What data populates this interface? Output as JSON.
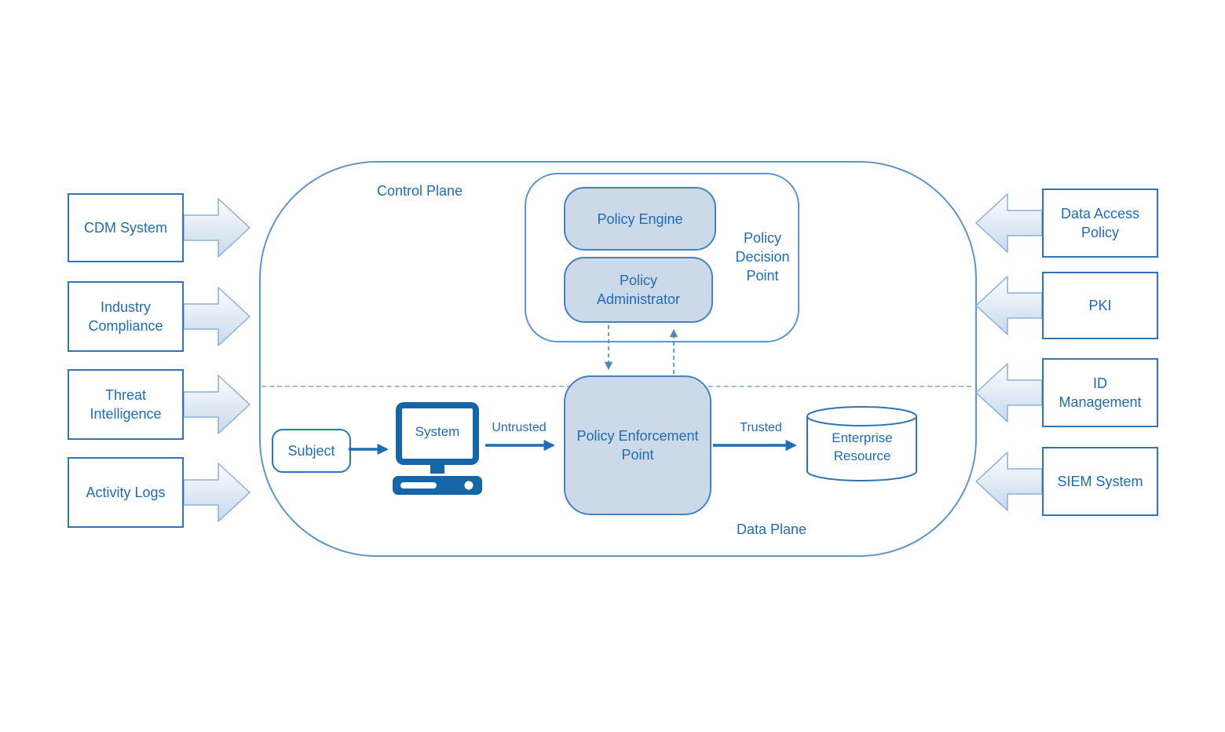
{
  "colors": {
    "accent": "#1e6cb5",
    "node_border": "#2e75b5",
    "container_border": "#5e96cc",
    "filled_node_bg": "#ccd9e8",
    "arrow": "#1f6db6"
  },
  "planes": {
    "control": "Control Plane",
    "data": "Data Plane"
  },
  "pdp": {
    "engine": "Policy Engine",
    "administrator": "Policy Administrator",
    "label": "Policy Decision Point"
  },
  "pep": {
    "label": "Policy Enforcement Point"
  },
  "flow": {
    "subject": "Subject",
    "system": "System",
    "untrusted": "Untrusted",
    "trusted": "Trusted",
    "resource": "Enterprise Resource"
  },
  "external_left": [
    {
      "label": "CDM System"
    },
    {
      "label": "Industry Compliance"
    },
    {
      "label": "Threat Intelligence"
    },
    {
      "label": "Activity Logs"
    }
  ],
  "external_right": [
    {
      "label": "Data Access Policy"
    },
    {
      "label": "PKI"
    },
    {
      "label": "ID Management"
    },
    {
      "label": "SIEM System"
    }
  ]
}
